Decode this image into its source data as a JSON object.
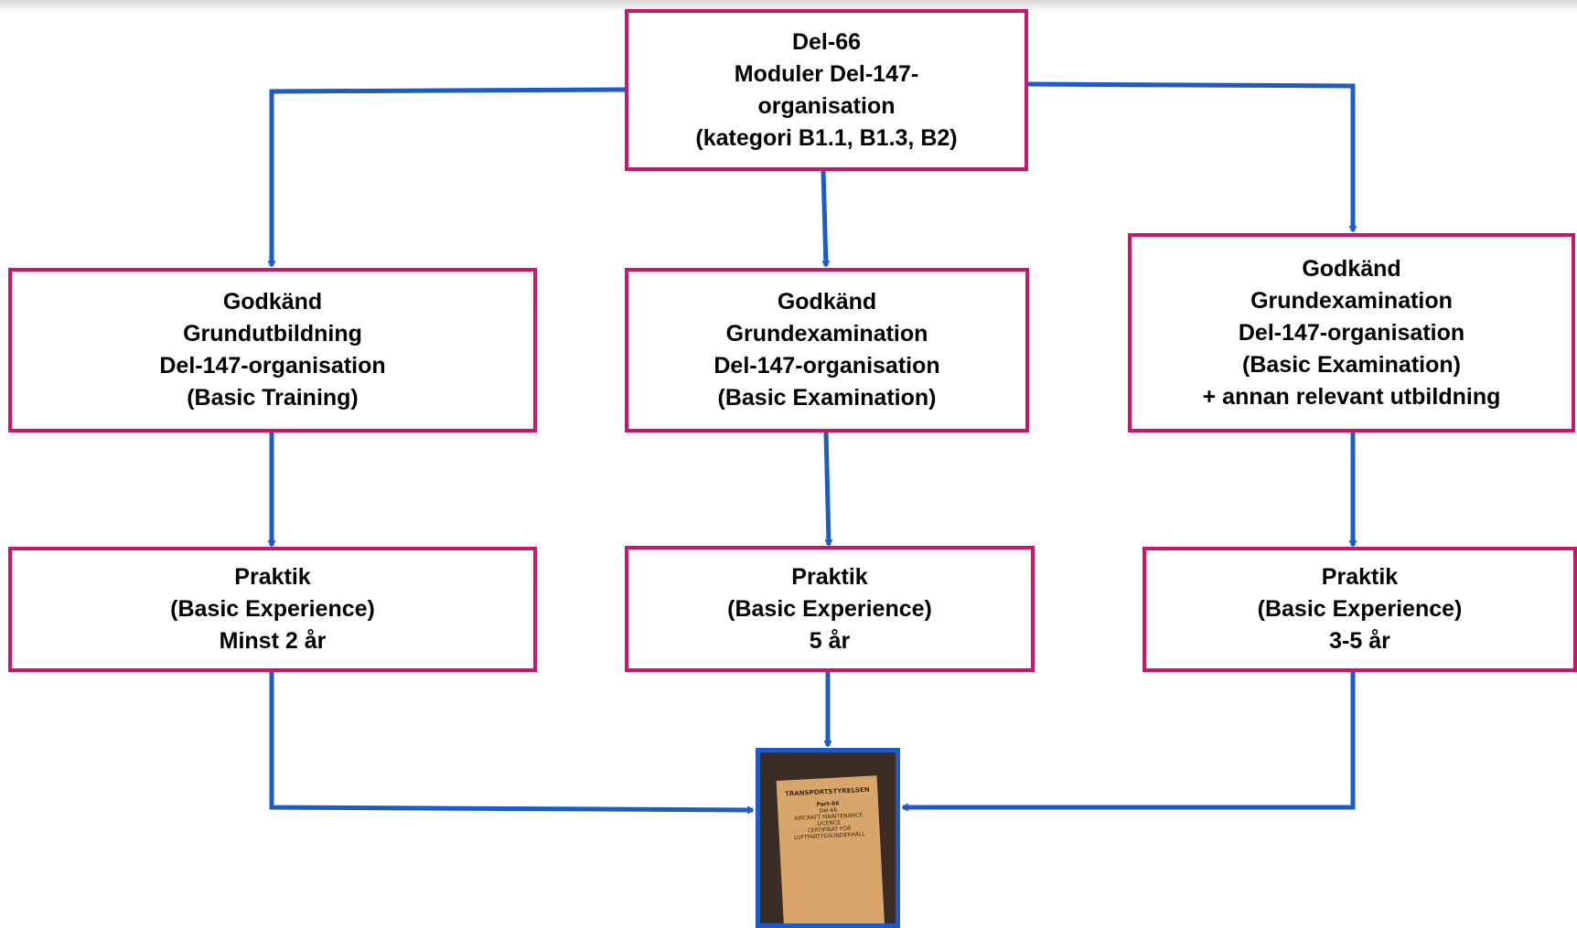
{
  "colors": {
    "box_border": "#c8166c",
    "arrow": "#1e5bc3",
    "text": "#000000"
  },
  "top": {
    "lines": [
      "Del-66",
      "Moduler Del-147-",
      "organisation",
      "(kategori B1.1, B1.3, B2)"
    ]
  },
  "paths": [
    {
      "step1": [
        "Godkänd",
        "Grundutbildning",
        "Del-147-organisation",
        "(Basic Training)"
      ],
      "step2": [
        "Praktik",
        "(Basic Experience)",
        "Minst 2 år"
      ]
    },
    {
      "step1": [
        "Godkänd",
        "Grundexamination",
        "Del-147-organisation",
        "(Basic Examination)"
      ],
      "step2": [
        "Praktik",
        "(Basic Experience)",
        "5 år"
      ]
    },
    {
      "step1": [
        "Godkänd",
        "Grundexamination",
        "Del-147-organisation",
        "(Basic Examination)",
        "+ annan relevant utbildning"
      ],
      "step2": [
        "Praktik",
        "(Basic Experience)",
        "3-5 år"
      ]
    }
  ],
  "licence": {
    "header": [
      "TRANSPORTSTYRELSEN"
    ],
    "title": [
      "Part-66",
      "Del-66",
      "AIRCRAFT MAINTENANCE",
      "LICENCE",
      "CERTIFIKAT FÖR",
      "LUFTFARTYGSUNDERHÅLL"
    ]
  }
}
